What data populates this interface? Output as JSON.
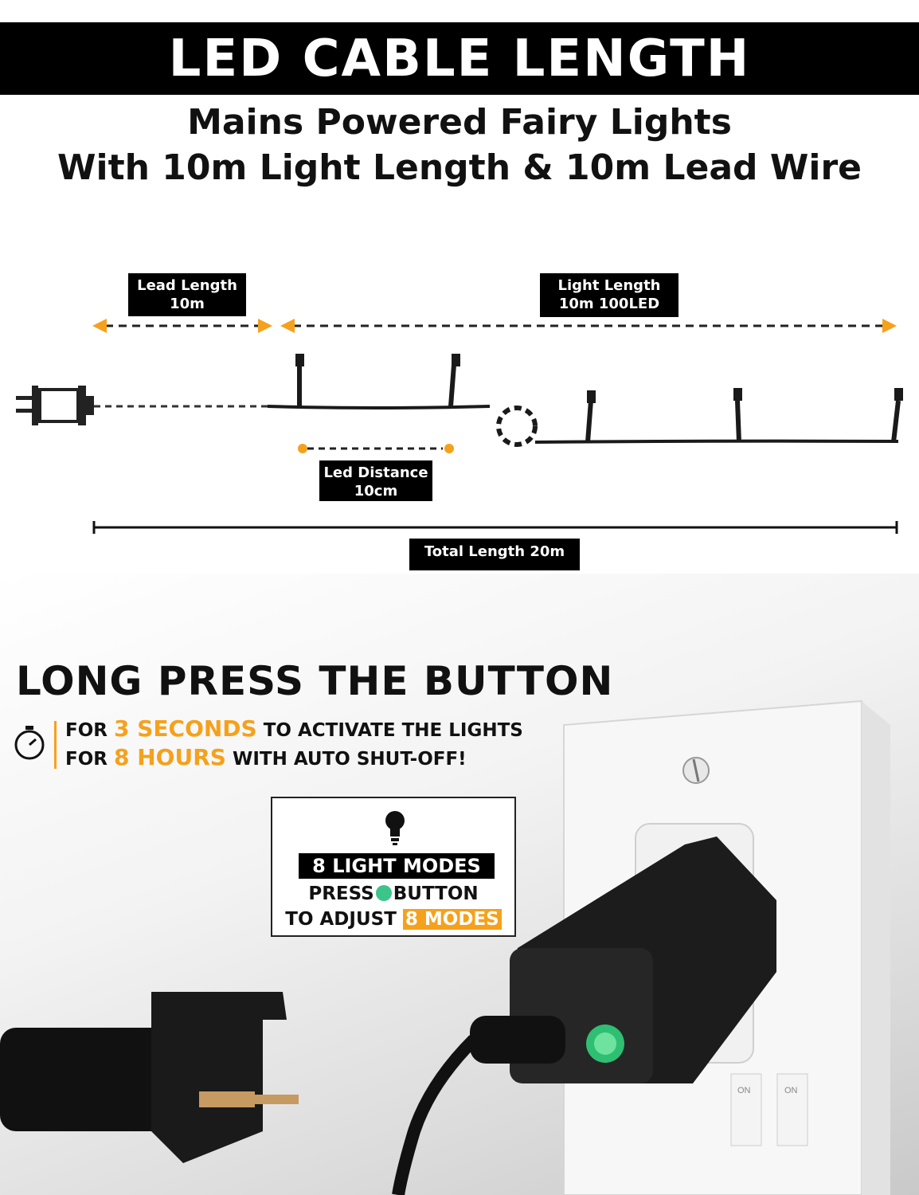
{
  "banner": {
    "title": "LED CABLE LENGTH"
  },
  "subtitle": {
    "line1": "Mains Powered Fairy Lights",
    "line2": "With 10m Light Length & 10m Lead Wire"
  },
  "diagram": {
    "lead_length": {
      "title": "Lead Length",
      "value": "10m"
    },
    "light_length": {
      "title": "Light Length",
      "value": "10m 100LED"
    },
    "led_distance": {
      "title": "Led Distance",
      "value": "10cm"
    },
    "total_length": "Total Length 20m",
    "accent_color": "#f5a11c"
  },
  "instructions": {
    "title": "LONG PRESS THE BUTTON",
    "line1": {
      "prefix": "FOR",
      "highlight": "3 SECONDS",
      "suffix": "TO ACTIVATE THE LIGHTS"
    },
    "line2": {
      "prefix": "FOR",
      "highlight": "8 HOURS",
      "suffix": "WITH AUTO SHUT-OFF!"
    }
  },
  "modes": {
    "title": "8 LIGHT MODES",
    "line1_prefix": "PRESS",
    "line1_suffix": "BUTTON",
    "line2_prefix": "TO ADJUST",
    "line2_highlight": "8 MODES",
    "button_color": "#3cc48a"
  },
  "photo": {
    "switch_label_1": "ON",
    "switch_label_2": "ON"
  }
}
